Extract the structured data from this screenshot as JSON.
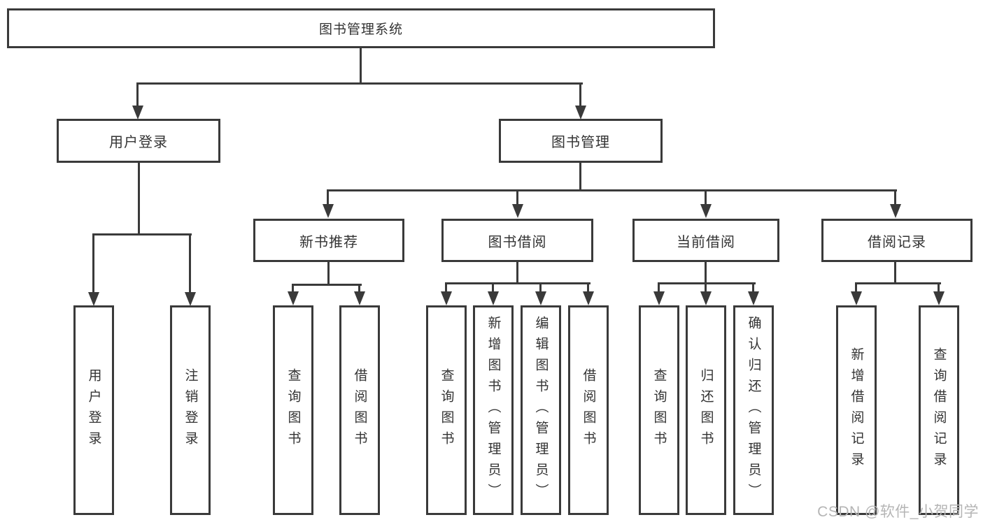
{
  "colors": {
    "line": "#3a3a3a",
    "text": "#333333",
    "watermark": "#b5b5b5",
    "background": "#ffffff"
  },
  "diagram": {
    "root": "图书管理系统",
    "branches": {
      "user": "用户登录",
      "mgmt": "图书管理"
    },
    "modules": {
      "recommend": "新书推荐",
      "borrow": "图书借阅",
      "current": "当前借阅",
      "records": "借阅记录"
    },
    "leaves": {
      "user_login": "用户登录",
      "user_logout": "注销登录",
      "rec_query_book": "查询图书",
      "rec_borrow_book": "借阅图书",
      "bor_query_book": "查询图书",
      "bor_add_book": "新增图书（管理员）",
      "bor_edit_book": "编辑图书（管理员）",
      "bor_borrow_book": "借阅图书",
      "cur_query_book": "查询图书",
      "cur_return_book": "归还图书",
      "cur_confirm_return": "确认归还（管理员）",
      "log_add_record": "新增借阅记录",
      "log_query_record": "查询借阅记录"
    }
  },
  "watermark": {
    "text": "CSDN @软件_小贺同学"
  }
}
